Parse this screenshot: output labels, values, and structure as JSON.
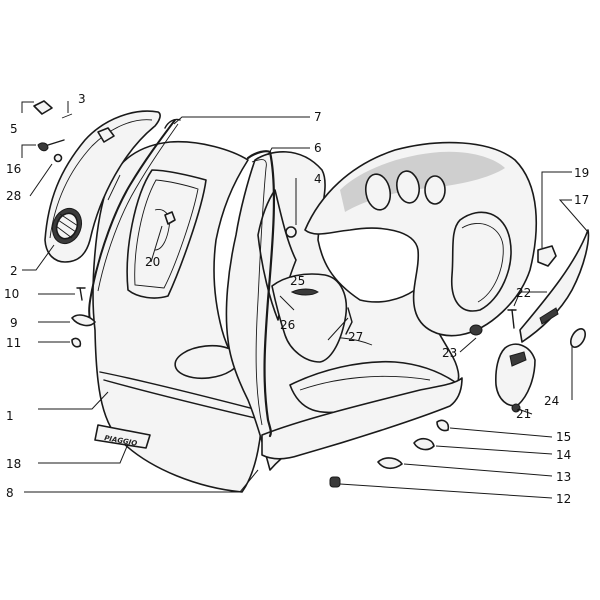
{
  "diagram": {
    "callouts": [
      {
        "id": "1",
        "label": "1"
      },
      {
        "id": "2",
        "label": "2"
      },
      {
        "id": "3",
        "label": "3"
      },
      {
        "id": "4",
        "label": "4"
      },
      {
        "id": "5",
        "label": "5"
      },
      {
        "id": "6",
        "label": "6"
      },
      {
        "id": "7",
        "label": "7"
      },
      {
        "id": "8",
        "label": "8"
      },
      {
        "id": "9",
        "label": "9"
      },
      {
        "id": "10",
        "label": "10"
      },
      {
        "id": "11",
        "label": "11"
      },
      {
        "id": "12",
        "label": "12"
      },
      {
        "id": "13",
        "label": "13"
      },
      {
        "id": "14",
        "label": "14"
      },
      {
        "id": "15",
        "label": "15"
      },
      {
        "id": "16",
        "label": "16"
      },
      {
        "id": "17",
        "label": "17"
      },
      {
        "id": "18",
        "label": "18"
      },
      {
        "id": "19",
        "label": "19"
      },
      {
        "id": "20",
        "label": "20"
      },
      {
        "id": "21",
        "label": "21"
      },
      {
        "id": "22",
        "label": "22"
      },
      {
        "id": "23",
        "label": "23"
      },
      {
        "id": "24",
        "label": "24"
      },
      {
        "id": "25",
        "label": "25"
      },
      {
        "id": "26",
        "label": "26"
      },
      {
        "id": "27",
        "label": "27"
      },
      {
        "id": "28",
        "label": "28"
      }
    ],
    "badge_text": "PIAGGIO"
  }
}
